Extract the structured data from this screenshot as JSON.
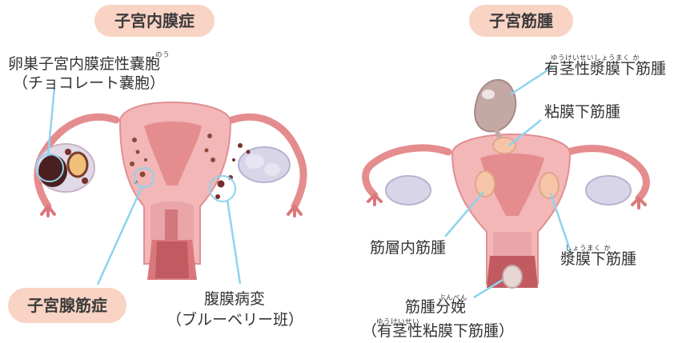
{
  "left_panel": {
    "title": "子宮内膜症",
    "adenomyosis_title": "子宮腺筋症",
    "ovarian_cyst_ruby": "のう",
    "ovarian_cyst_line1": "卵巣子宮内膜症性嚢胞",
    "ovarian_cyst_line2": "（チョコレート嚢胞）",
    "peritoneal_line1": "腹膜病変",
    "peritoneal_line2": "（ブルーベリー班）"
  },
  "right_panel": {
    "title": "子宮筋腫",
    "subserosal_pedunculated_ruby": "ゆうけいせいしょうまく か",
    "subserosal_pedunculated": "有茎性漿膜下筋腫",
    "submucosal": "粘膜下筋腫",
    "intramural": "筋層内筋腫",
    "subserosal_ruby": "しょうまく か",
    "subserosal": "漿膜下筋腫",
    "delivery_ruby": "ぶんべん",
    "delivery_line1": "筋腫分娩",
    "delivery_ruby2": "ゆうけいせい",
    "delivery_line2": "（有茎性粘膜下筋腫）"
  },
  "colors": {
    "pill": "#f9d3c4",
    "leader": "#8fd3ee",
    "uterus_outer": "#f2b7b6",
    "uterus_inner": "#e58c8f",
    "ovary": "#d9d5e8",
    "lesion": "#6b2a2a"
  }
}
